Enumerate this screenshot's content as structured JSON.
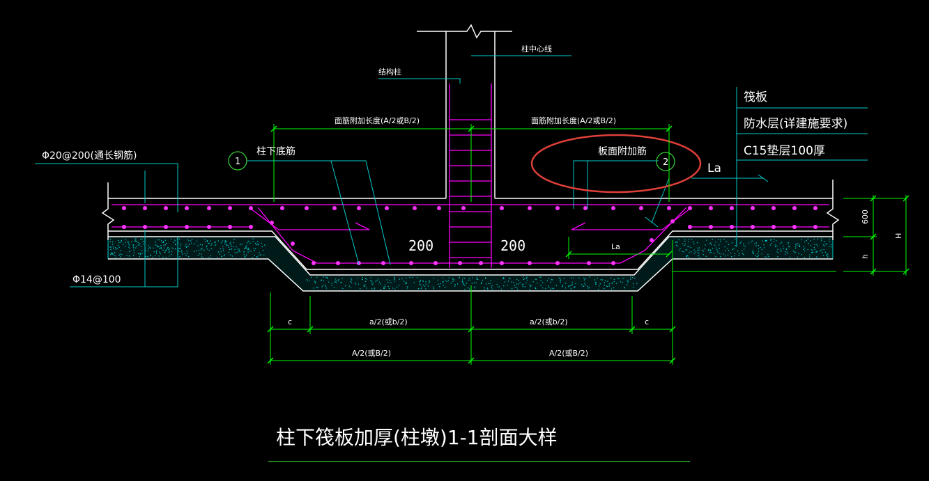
{
  "colors": {
    "background": "#000000",
    "outline": "#ffffff",
    "rebar": "#ff00ff",
    "rebar_dot": "#ff33ff",
    "dimension": "#00ff00",
    "leader": "#00cccc",
    "concrete": "#00cccc",
    "highlight_ellipse": "#e0403a",
    "title_underline": "#33cc33"
  },
  "labels": {
    "structural_column": "结构柱",
    "column_centerline": "柱中心线",
    "raft": "筏板",
    "waterproof": "防水层(详建施要求)",
    "cushion": "C15垫层100厚",
    "top_rebar_through": "Φ20@200(通长钢筋)",
    "bottom_rebar": "Φ14@100",
    "column_bottom_rebar": "柱下底筋",
    "slab_top_extra_rebar": "板面附加筋",
    "marker_1": "1",
    "marker_2": "2",
    "anchor_top": "La",
    "anchor_bottom": "La",
    "spacing_left": "200",
    "spacing_right": "200",
    "extra_len_left": "面筋附加长度(A/2或B/2)",
    "extra_len_right": "面筋附加长度(A/2或B/2)"
  },
  "dimensions": {
    "c_left": "c",
    "c_right": "c",
    "a_left": "a/2(或b/2)",
    "a_right": "a/2(或b/2)",
    "A_left": "A/2(或B/2)",
    "A_right": "A/2(或B/2)",
    "raft_thickness": "600",
    "h": "h",
    "H": "H"
  },
  "title": "柱下筏板加厚(柱墩)1-1剖面大样"
}
